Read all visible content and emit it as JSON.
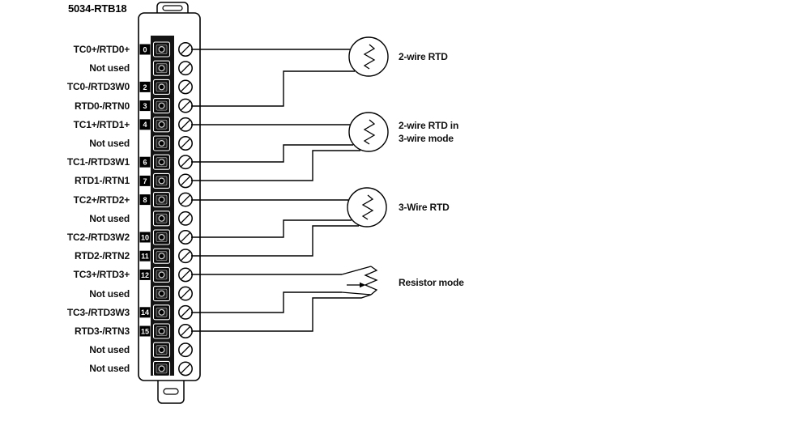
{
  "title": "5034-RTB18",
  "module": {
    "terminals": [
      {
        "label": "TC0+/RTD0+",
        "number": "0"
      },
      {
        "label": "Not used",
        "number": null
      },
      {
        "label": "TC0-/RTD3W0",
        "number": "2"
      },
      {
        "label": "RTD0-/RTN0",
        "number": "3"
      },
      {
        "label": "TC1+/RTD1+",
        "number": "4"
      },
      {
        "label": "Not used",
        "number": null
      },
      {
        "label": "TC1-/RTD3W1",
        "number": "6"
      },
      {
        "label": "RTD1-/RTN1",
        "number": "7"
      },
      {
        "label": "TC2+/RTD2+",
        "number": "8"
      },
      {
        "label": "Not used",
        "number": null
      },
      {
        "label": "TC2-/RTD3W2",
        "number": "10"
      },
      {
        "label": "RTD2-/RTN2",
        "number": "11"
      },
      {
        "label": "TC3+/RTD3+",
        "number": "12"
      },
      {
        "label": "Not used",
        "number": null
      },
      {
        "label": "TC3-/RTD3W3",
        "number": "14"
      },
      {
        "label": "RTD3-/RTN3",
        "number": "15"
      },
      {
        "label": "Not used",
        "number": null
      },
      {
        "label": "Not used",
        "number": null
      }
    ]
  },
  "sensors": [
    {
      "name": "2-wire-rtd",
      "label": "2-wire RTD",
      "terminals": [
        "0",
        "3"
      ]
    },
    {
      "name": "2-wire-rtd-in-3-wire-mode",
      "label": "2-wire RTD in\n3-wire mode",
      "terminals": [
        "4",
        "6",
        "7"
      ]
    },
    {
      "name": "3-wire-rtd",
      "label": "3-Wire RTD",
      "terminals": [
        "8",
        "10",
        "11"
      ]
    },
    {
      "name": "resistor-mode",
      "label": "Resistor mode",
      "terminals": [
        "12",
        "14",
        "15"
      ]
    }
  ],
  "colors": {
    "wire": "#000000",
    "tag_background": "#000000",
    "tag_text": "#ffffff",
    "strip": "#141414"
  }
}
